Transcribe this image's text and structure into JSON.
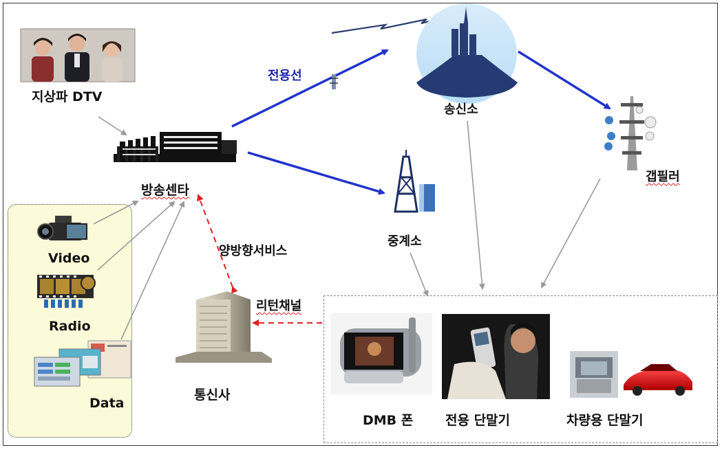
{
  "labels": {
    "terrestrial_dtv": "지상파 DTV",
    "broadcast_center": "방송센타",
    "dedicated_line": "전용선",
    "transmitting_station": "송신소",
    "gap_filler": "갭필러",
    "relay_station": "중계소",
    "two_way_service": "양방향서비스",
    "return_channel": "리턴채널",
    "telecom_operator": "통신사",
    "video": "Video",
    "radio": "Radio",
    "data": "Data",
    "dmb_phone": "DMB 폰",
    "dedicated_terminal": "전용 단말기",
    "vehicle_terminal": "차량용 단말기"
  },
  "colors": {
    "blue_arrow": "#2233cc",
    "red_dashed_arrow": "#dd2222",
    "gray_arrow": "#9a9a9a",
    "dedicated_line_text": "#1a22aa",
    "source_panel_fill": "#fbfbd9"
  },
  "icons": [
    "tv-people-icon",
    "broadcast-building-icon",
    "mountain-tower-icon",
    "gap-filler-icon",
    "relay-tower-icon",
    "office-building-icon",
    "camcorder-icon",
    "film-reel-icon",
    "data-screens-icon",
    "dmb-phone-icon",
    "person-phone-icon",
    "car-terminal-icon",
    "lightning-signal-icon",
    "antenna-icon"
  ]
}
